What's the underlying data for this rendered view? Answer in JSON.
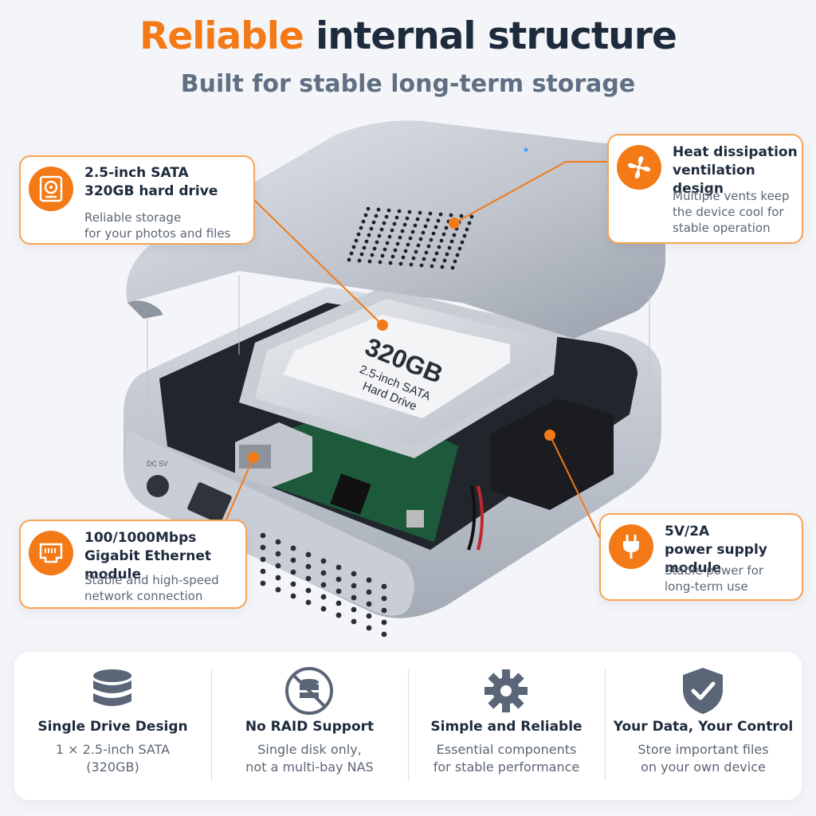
{
  "header": {
    "title_accent": "Reliable",
    "title_rest": " internal structure",
    "subtitle": "Built for stable long-term storage"
  },
  "device": {
    "drive_capacity": "320GB",
    "drive_line1": "2.5-inch SATA",
    "drive_line2": "Hard Drive",
    "port_label": "DC 5V"
  },
  "callouts": {
    "hdd": {
      "title_line1": "2.5-inch SATA",
      "title_line2": "320GB hard drive",
      "desc_line1": "Reliable storage",
      "desc_line2": "for your photos and files",
      "icon": "hard-drive-icon"
    },
    "heat": {
      "title_line1": "Heat dissipation",
      "title_line2": "ventilation design",
      "desc_line1": "Multiple vents keep",
      "desc_line2": "the device cool for",
      "desc_line3": "stable operation",
      "icon": "fan-icon"
    },
    "ethernet": {
      "title_line1": "100/1000Mbps",
      "title_line2": "Gigabit Ethernet module",
      "desc_line1": "Stable and high-speed",
      "desc_line2": "network connection",
      "icon": "ethernet-port-icon"
    },
    "power": {
      "title_line1": "5V/2A",
      "title_line2": "power supply module",
      "desc_line1": "Stable power for",
      "desc_line2": "long-term use",
      "icon": "power-plug-icon"
    }
  },
  "features": [
    {
      "title": "Single Drive Design",
      "desc_line1": "1 × 2.5-inch SATA",
      "desc_line2": "(320GB)",
      "icon": "database-icon"
    },
    {
      "title": "No RAID Support",
      "desc_line1": "Single disk only,",
      "desc_line2": "not a multi-bay NAS",
      "icon": "no-raid-icon"
    },
    {
      "title": "Simple and Reliable",
      "desc_line1": "Essential components",
      "desc_line2": "for stable performance",
      "icon": "gear-icon"
    },
    {
      "title": "Your Data, Your Control",
      "desc_line1": "Store important files",
      "desc_line2": "on your own device",
      "icon": "shield-check-icon"
    }
  ],
  "colors": {
    "accent": "#f37a17",
    "heading": "#1e2b3d",
    "muted": "#5c6675"
  }
}
